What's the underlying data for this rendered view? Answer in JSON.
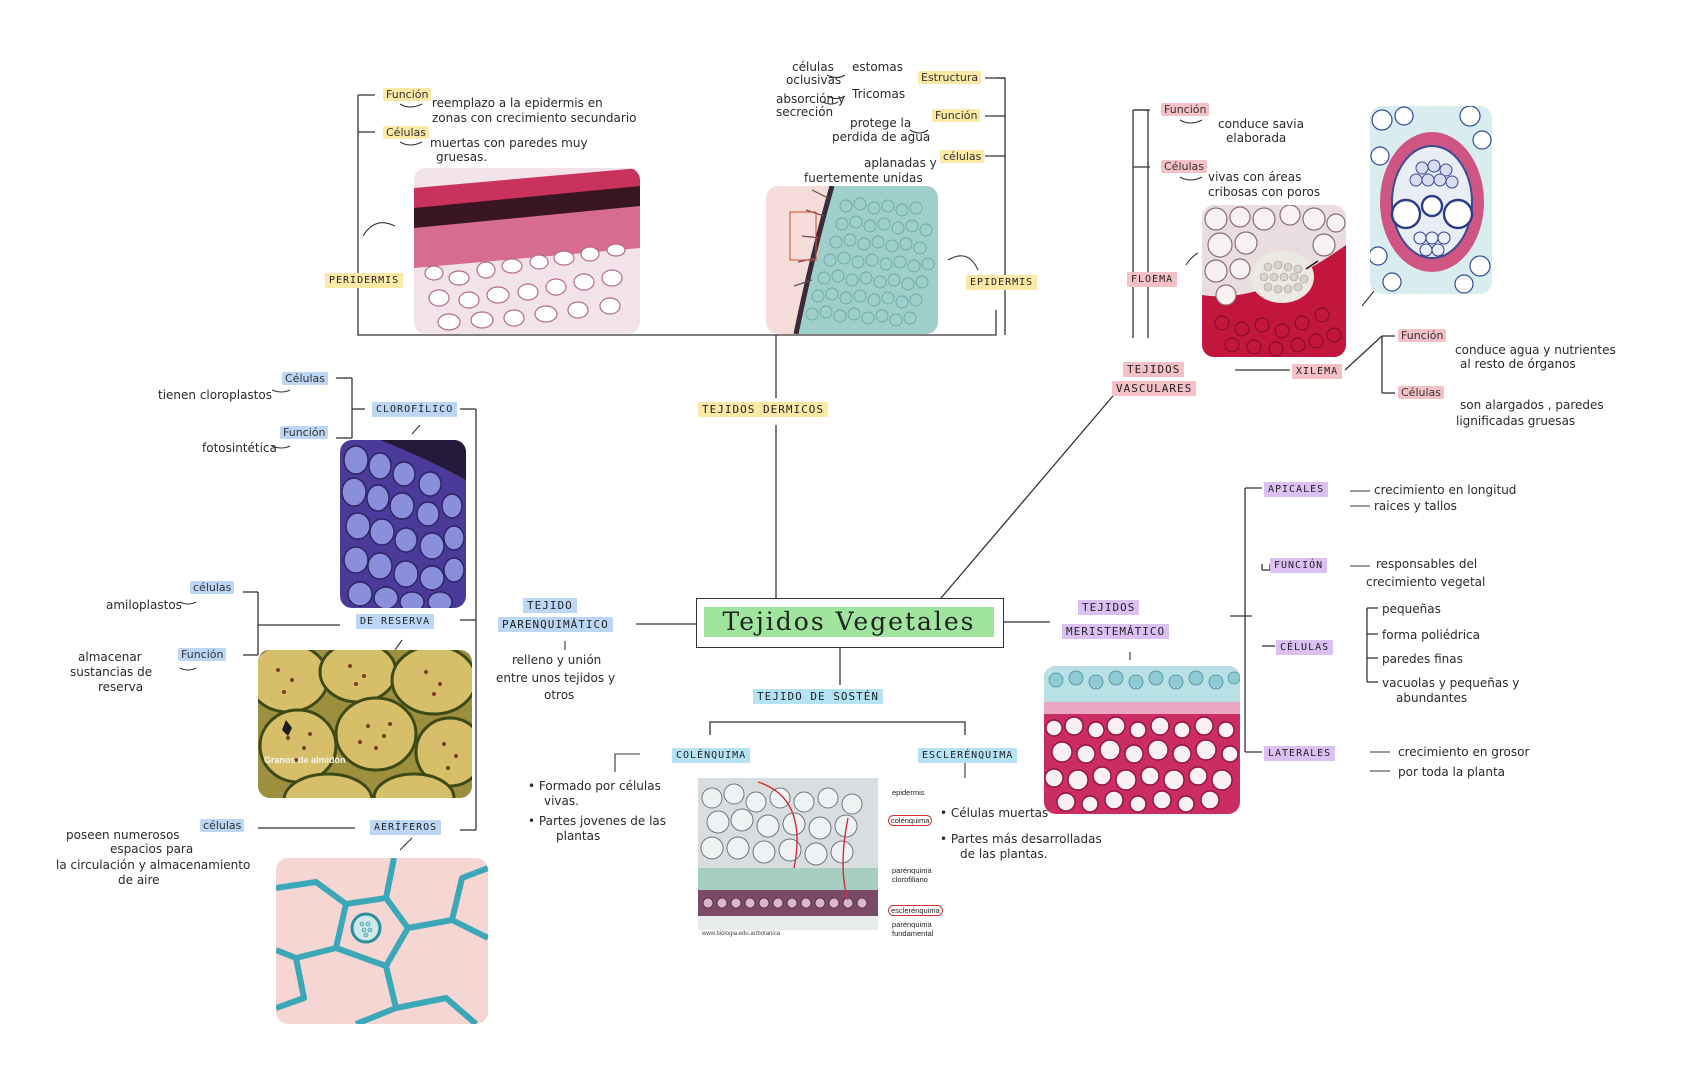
{
  "central": {
    "title": "Tejidos Vegetales"
  },
  "dermal": {
    "label": "TEJIDOS DERMICOS",
    "peridermis": {
      "label": "PERIDERMIS",
      "funcion_tag": "Función",
      "funcion_text": [
        "reemplazo a la epidermis en",
        "zonas con crecimiento secundario"
      ],
      "celulas_tag": "Células",
      "celulas_text": [
        "muertas con paredes muy",
        "gruesas."
      ]
    },
    "epidermis": {
      "label": "EPIDERMIS",
      "estructura_tag": "Estructura",
      "estomas": "estomas",
      "celulas_oclusivas": [
        "células",
        "oclusivas"
      ],
      "tricomas": "Tricomas",
      "absorcion": [
        "absorción y",
        "secreción"
      ],
      "funcion_tag": "Función",
      "funcion_text": [
        "protege la",
        "perdida de agua"
      ],
      "celulas_tag": "células",
      "celulas_text": [
        "aplanadas y",
        "fuertemente unidas"
      ]
    }
  },
  "vascular": {
    "label": [
      "TEJIDOS",
      "VASCULARES"
    ],
    "floema": {
      "label": "FLOEMA",
      "funcion_tag": "Función",
      "funcion_text": [
        "conduce savia",
        "elaborada"
      ],
      "celulas_tag": "Células",
      "celulas_text": [
        "vivas con áreas",
        "cribosas con poros"
      ]
    },
    "xilema": {
      "label": "XILEMA",
      "funcion_tag": "Función",
      "funcion_text": [
        "conduce agua y nutrientes",
        "al resto de órganos"
      ],
      "celulas_tag": "Células",
      "celulas_text": [
        "son alargados , paredes",
        "lignificadas gruesas"
      ]
    }
  },
  "parenquimatico": {
    "label": [
      "TEJIDO",
      "PARENQUIMÁTICO"
    ],
    "desc": [
      "relleno y unión",
      "entre unos tejidos y",
      "otros"
    ],
    "clorofilico": {
      "label": "CLOROFÍLICO",
      "celulas_tag": "Células",
      "celulas_text": "tienen cloroplastos",
      "funcion_tag": "Función",
      "funcion_text": "fotosintética"
    },
    "reserva": {
      "label": "DE RESERVA",
      "celulas_tag": "células",
      "celulas_text": "amiloplastos",
      "funcion_tag": "Función",
      "funcion_text": [
        "almacenar",
        "sustancias de",
        "reserva"
      ],
      "photo_caption": "Granos de almidón"
    },
    "aeriferos": {
      "label": "AERÍFEROS",
      "celulas_tag": "células",
      "celulas_text": [
        "poseen numerosos",
        "espacios para",
        "la circulación y almacenamiento",
        "de aire"
      ]
    }
  },
  "sosten": {
    "label": "TEJIDO DE SOSTÉN",
    "colenquima": {
      "label": "COLÉNQUIMA",
      "bullets": [
        [
          "Formado por células",
          "vivas."
        ],
        [
          "Partes jovenes de las",
          "plantas"
        ]
      ]
    },
    "esclerenquima": {
      "label": "ESCLERÉNQUIMA",
      "bullets": [
        [
          "Células muertas"
        ],
        [
          "Partes más desarrolladas",
          "de las plantas."
        ]
      ]
    },
    "photo_labels": {
      "epidermis": "epidermis",
      "colenquima": "colénquima",
      "parenquima_clorofiliano": [
        "parénquima",
        "clorofiliano"
      ],
      "esclerenquima": "esclerénquima",
      "parenquima_fundamental": [
        "parénquima",
        "fundamental"
      ],
      "watermark": "www.biologia.edu.ar/botanica"
    }
  },
  "meristematico": {
    "label": [
      "TEJIDOS",
      "MERISTEMÁTICO"
    ],
    "apicales": {
      "label": "APICALES",
      "items": [
        "crecimiento en longitud",
        "raices y tallos"
      ]
    },
    "funcion": {
      "label": "FUNCIÓN",
      "text": [
        "responsables del",
        "crecimiento vegetal"
      ]
    },
    "celulas": {
      "label": "CÉLULAS",
      "items": [
        "pequeñas",
        "forma poliédrica",
        "paredes finas"
      ],
      "last": [
        "vacuolas y pequeñas y",
        "abundantes"
      ]
    },
    "laterales": {
      "label": "LATERALES",
      "items": [
        "crecimiento en grosor",
        "por toda la planta"
      ]
    }
  },
  "colors": {
    "yellow": "#fbe9a5",
    "blue": "#bcd6f5",
    "red": "#f6c1c6",
    "purple": "#dcc0f3",
    "cyan": "#b6e2f6",
    "green": "#9fe59d"
  }
}
